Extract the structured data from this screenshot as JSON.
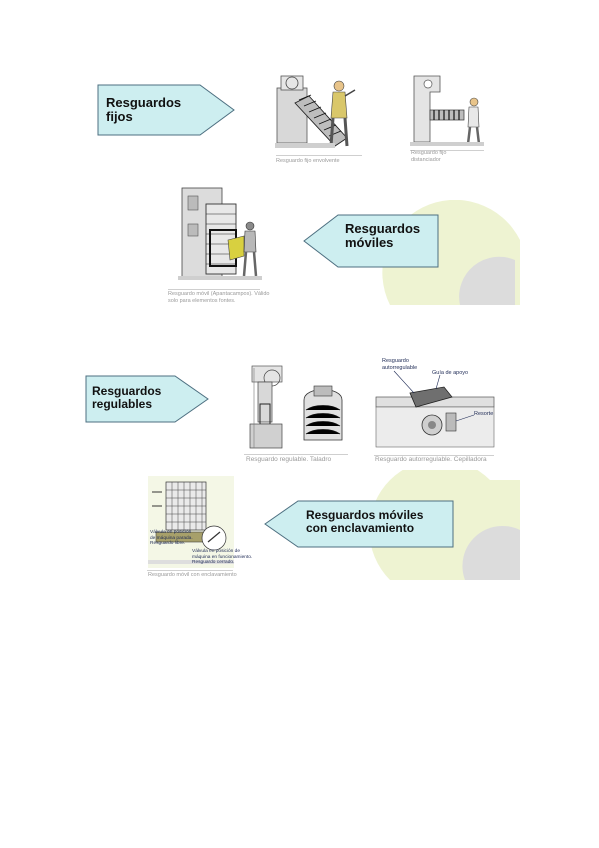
{
  "callouts": {
    "fijos": "Resguardos\nfijos",
    "moviles": "Resguardos\nmóviles",
    "regulables": "Resguardos\nregulables",
    "enclavamiento": "Resguardos móviles\ncon enclavamiento"
  },
  "captions": {
    "fijo_envolvente": "Resguardo fijo envolvente",
    "fijo_distanciador": "Resguardo fijo\ndistanciador",
    "movil": "Resguardo móvil (Apantacampos). Válido\nsolo para elementos fontes.",
    "regulable": "Resguardo regulable. Taladro",
    "autorregulable": "Resguardo autorregulable. Cepilladora",
    "enclavamiento": "Resguardo móvil con enclavamiento"
  },
  "labels": {
    "autorregulable": "Resguardo\nautorregulable",
    "guia": "Guía de apoyo",
    "resorte": "Resorte",
    "valvula_abierto": "Válvula en posición\nde máquina parada.\nResguardo libre.",
    "valvula_cerrado": "Válvula en posición de\nmáquina en funcionamiento.\nResguardo cerrado."
  },
  "colors": {
    "callout_fill": "#cdeef0",
    "callout_stroke": "#4d6f80",
    "deco_green": "#eef3d2",
    "deco_gray": "#dcdcdc"
  }
}
